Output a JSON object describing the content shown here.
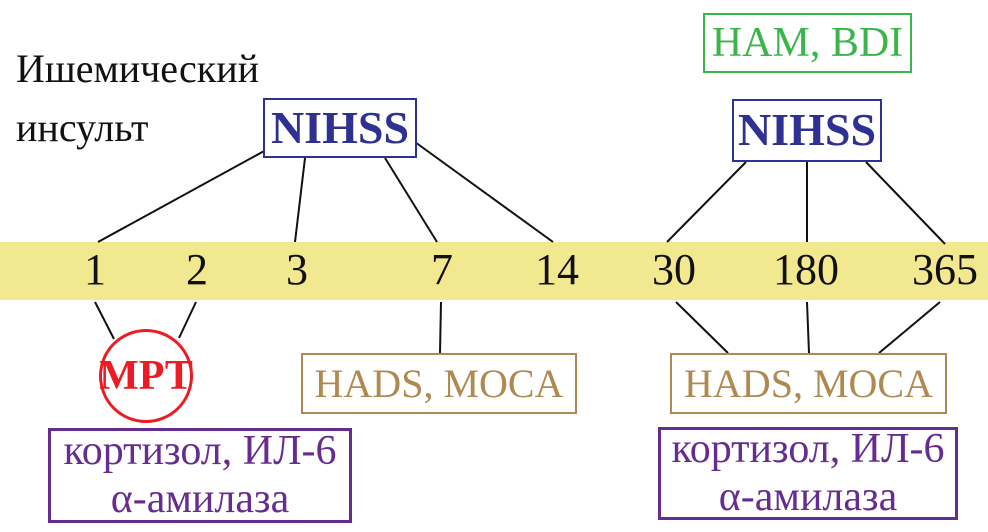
{
  "title": {
    "line1": "Ишемический",
    "line2": "инсульт"
  },
  "timeline": {
    "unit": "days",
    "days": [
      "1",
      "2",
      "3",
      "7",
      "14",
      "30",
      "180",
      "365"
    ]
  },
  "nodes": {
    "ham_bdi": {
      "label": "HAM, BDI"
    },
    "nihss_left": {
      "label": "NIHSS"
    },
    "nihss_right": {
      "label": "NIHSS"
    },
    "mrt": {
      "label": "МРТ"
    },
    "hads_moca_left": {
      "label": "HADS, MOCA"
    },
    "hads_moca_right": {
      "label": "HADS, MOCA"
    },
    "biomarkers_left": {
      "line1": "кортизол, ИЛ-6",
      "line2": "α-амилаза"
    },
    "biomarkers_right": {
      "line1": "кортизол, ИЛ-6",
      "line2": "α-амилаза"
    }
  },
  "edges": [
    {
      "from": "nihss_left",
      "to": "day-1"
    },
    {
      "from": "nihss_left",
      "to": "day-3"
    },
    {
      "from": "nihss_left",
      "to": "day-7"
    },
    {
      "from": "nihss_left",
      "to": "day-14"
    },
    {
      "from": "nihss_right",
      "to": "day-30"
    },
    {
      "from": "nihss_right",
      "to": "day-180"
    },
    {
      "from": "nihss_right",
      "to": "day-365"
    },
    {
      "from": "day-1",
      "to": "mrt"
    },
    {
      "from": "day-2",
      "to": "mrt"
    },
    {
      "from": "day-7",
      "to": "hads_moca_left"
    },
    {
      "from": "day-30",
      "to": "hads_moca_right"
    },
    {
      "from": "day-180",
      "to": "hads_moca_right"
    },
    {
      "from": "day-365",
      "to": "hads_moca_right"
    }
  ],
  "colors": {
    "band_yellow": "#F2E88F",
    "nihss_blue": "#2E3192",
    "ham_bdi_green": "#39B54A",
    "mrt_red": "#ED1C24",
    "hads_moca_brown": "#B08950",
    "biomarkers_purple": "#662D91",
    "text_black": "#111111"
  }
}
